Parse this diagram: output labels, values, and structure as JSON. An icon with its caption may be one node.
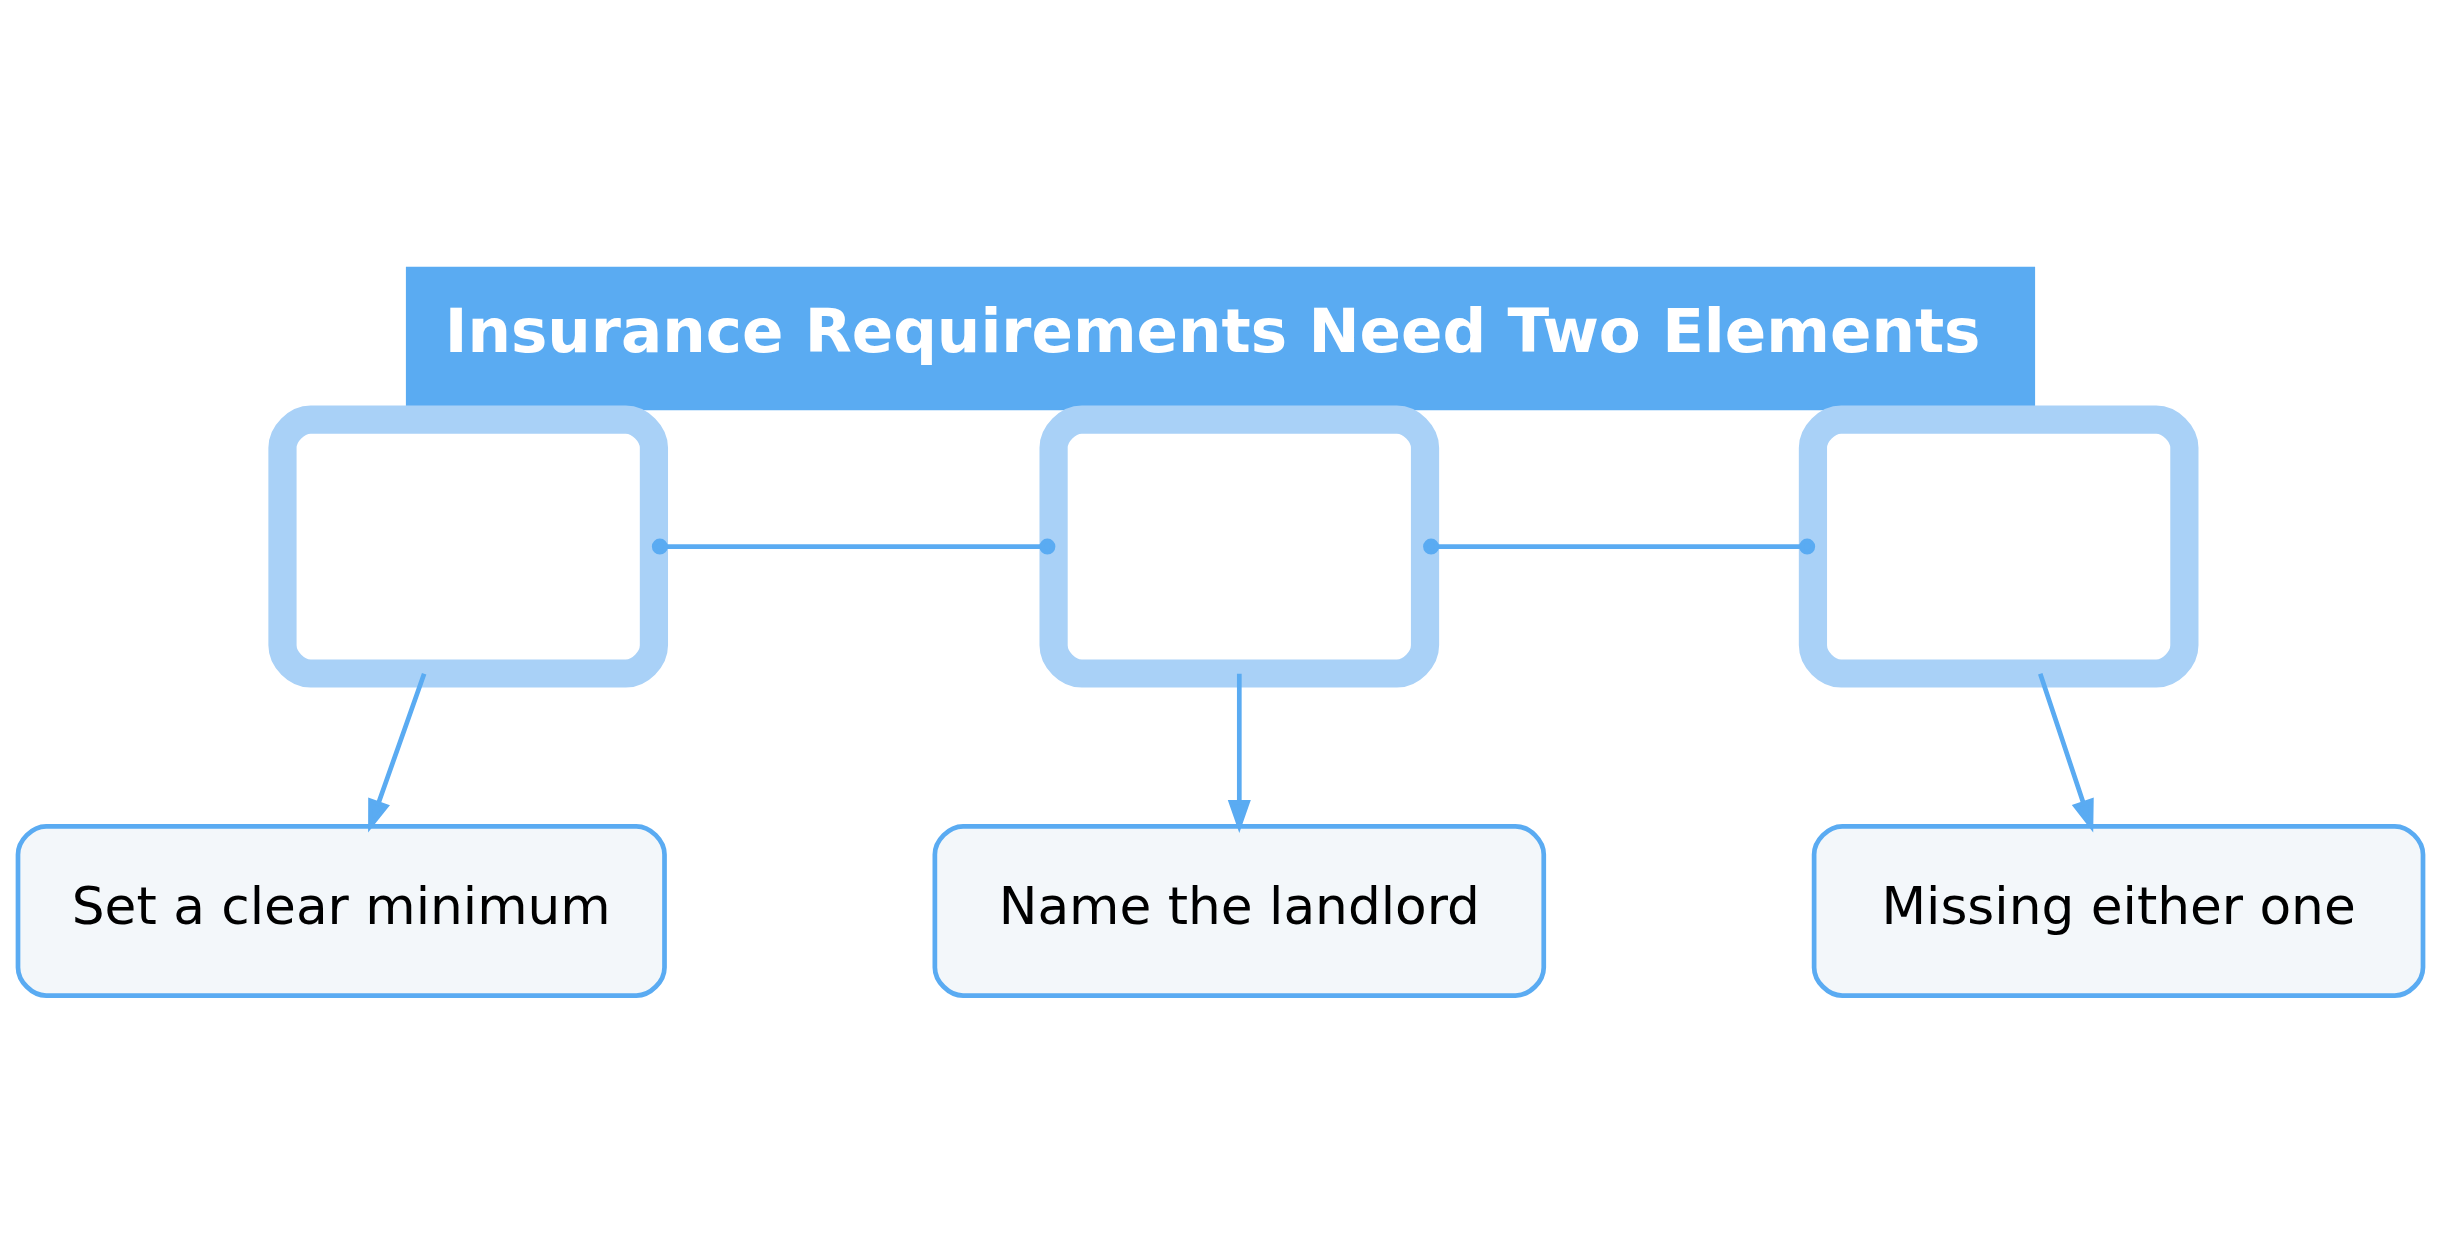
{
  "diagram": {
    "title": "Insurance Requirements Need Two Elements",
    "nodes": [
      {
        "text": [],
        "shape": "box"
      },
      {
        "text": [],
        "shape": "box"
      },
      {
        "text": [],
        "shape": "box"
      },
      {
        "text": [
          "Set a clear minimum"
        ]
      },
      {
        "text": [
          "Name the landlord"
        ]
      },
      {
        "text": [
          "Missing either one"
        ]
      }
    ],
    "edges": [
      {
        "from": 0,
        "to": 1,
        "arrow": "other"
      },
      {
        "from": 1,
        "to": 2,
        "arrow": "other"
      },
      {
        "from": 0,
        "to": 3,
        "arrow": "to"
      },
      {
        "from": 1,
        "to": 4,
        "arrow": "to"
      },
      {
        "from": 2,
        "to": 5,
        "arrow": "to"
      }
    ]
  }
}
